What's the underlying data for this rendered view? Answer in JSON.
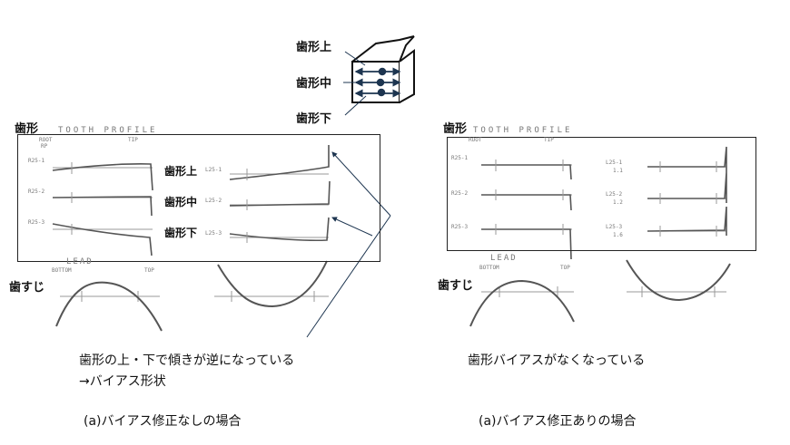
{
  "legend": {
    "tooth_top": "歯形上",
    "tooth_mid": "歯形中",
    "tooth_bot": "歯形下"
  },
  "left": {
    "profile_label": "歯形",
    "lead_label": "歯すじ",
    "tooth_profile": "TOOTH PROFILE",
    "root": "ROOT",
    "tip": "TIP",
    "rp": "RP",
    "r_rows": [
      "R25-1",
      "R25-2",
      "R25-3"
    ],
    "l_rows": [
      "L25-1",
      "L25-2",
      "L25-3"
    ],
    "row_labels": [
      "歯形上",
      "歯形中",
      "歯形下"
    ],
    "lead": "LEAD",
    "bottom": "BOTTOM",
    "top": "TOP",
    "note_line1": "歯形の上・下で傾きが逆になっている",
    "note_line2": "→バイアス形状",
    "caption": "(a)バイアス修正なしの場合"
  },
  "right": {
    "profile_label": "歯形",
    "lead_label": "歯すじ",
    "tooth_profile": "TOOTH PROFILE",
    "root": "ROOT",
    "tip": "TIP",
    "r_rows": [
      "R25-1",
      "R25-2",
      "R25-3"
    ],
    "l_rows": [
      "L25-1",
      "L25-2",
      "L25-3"
    ],
    "l_sub": [
      "1.1",
      "1.2",
      "1.6"
    ],
    "lead": "LEAD",
    "bottom": "BOTTOM",
    "top": "TOP",
    "note": "歯形バイアスがなくなっている",
    "caption": "(a)バイアス修正ありの場合"
  }
}
